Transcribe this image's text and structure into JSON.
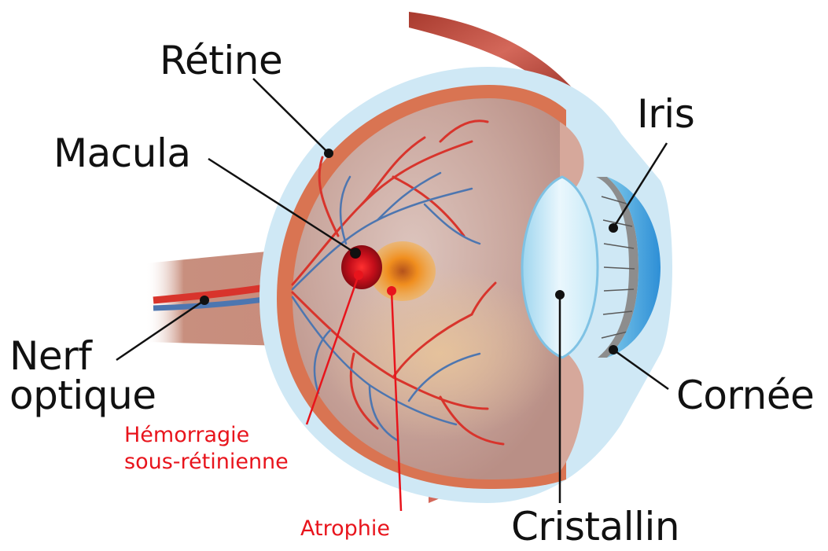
{
  "labels": {
    "retine": "Rétine",
    "macula": "Macula",
    "iris": "Iris",
    "nerf_line1": "Nerf",
    "nerf_line2": "optique",
    "cornee": "Cornée",
    "hemorragie_line1": "Hémorragie",
    "hemorragie_line2": "sous-rétinienne",
    "atrophie": "Atrophie",
    "cristallin": "Cristallin"
  },
  "colors": {
    "label_text": "#111111",
    "pathology_text": "#e8141c",
    "sclera_outer": "#cfe8f5",
    "choroid": "#d97452",
    "vitreous": "#c9a9a1",
    "artery": "#d8342c",
    "vein": "#4d76b0",
    "hemorrhage": "#c8101c",
    "atrophy": "#f29a1e",
    "lens": "#bfe6f7",
    "iris": "#8d8d8d",
    "muscle": "#b8473a"
  }
}
